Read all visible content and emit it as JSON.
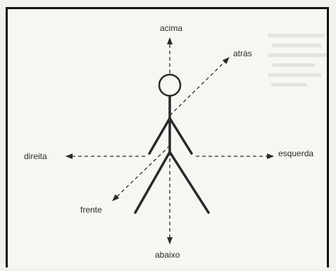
{
  "figure": {
    "labels": {
      "up": "acima",
      "back": "atrás",
      "right": "direita",
      "left": "esquerda",
      "front": "frente",
      "down": "abaixo"
    }
  },
  "colors": {
    "ink": "#2a2a2a",
    "border": "#111111",
    "paper": "#f6f6f3"
  }
}
